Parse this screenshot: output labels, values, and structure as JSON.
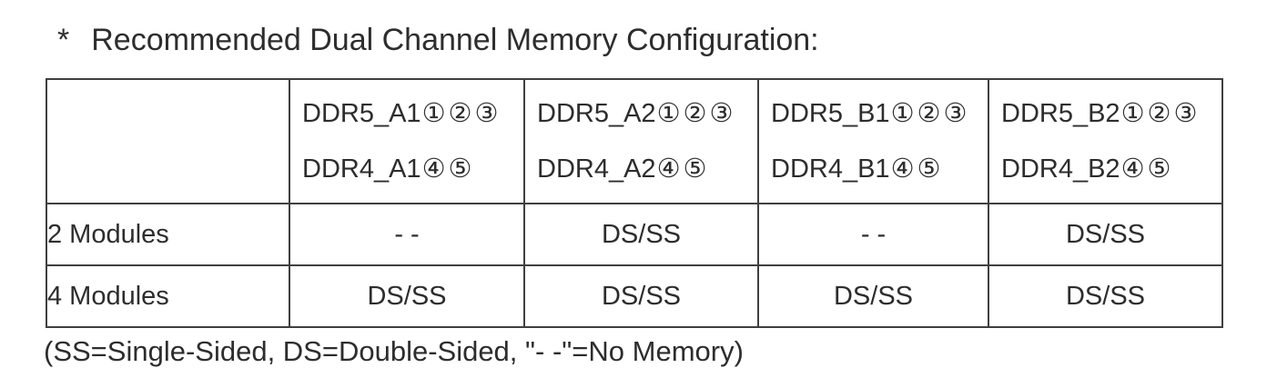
{
  "page": {
    "title_marker": "*",
    "title": "Recommended Dual Channel Memory Configuration:",
    "footnote": "(SS=Single-Sided, DS=Double-Sided, \"- -\"=No Memory)"
  },
  "table": {
    "corner_label": "",
    "columns": [
      {
        "ddr5_name": "DDR5_A1",
        "ddr5_marks": "①②③",
        "ddr4_name": "DDR4_A1",
        "ddr4_marks": "④⑤"
      },
      {
        "ddr5_name": "DDR5_A2",
        "ddr5_marks": "①②③",
        "ddr4_name": "DDR4_A2",
        "ddr4_marks": "④⑤"
      },
      {
        "ddr5_name": "DDR5_B1",
        "ddr5_marks": "①②③",
        "ddr4_name": "DDR4_B1",
        "ddr4_marks": "④⑤"
      },
      {
        "ddr5_name": "DDR5_B2",
        "ddr5_marks": "①②③",
        "ddr4_name": "DDR4_B2",
        "ddr4_marks": "④⑤"
      }
    ],
    "rows": [
      {
        "label": "2 Modules",
        "values": [
          "- -",
          "DS/SS",
          "- -",
          "DS/SS"
        ]
      },
      {
        "label": "4 Modules",
        "values": [
          "DS/SS",
          "DS/SS",
          "DS/SS",
          "DS/SS"
        ]
      }
    ]
  }
}
